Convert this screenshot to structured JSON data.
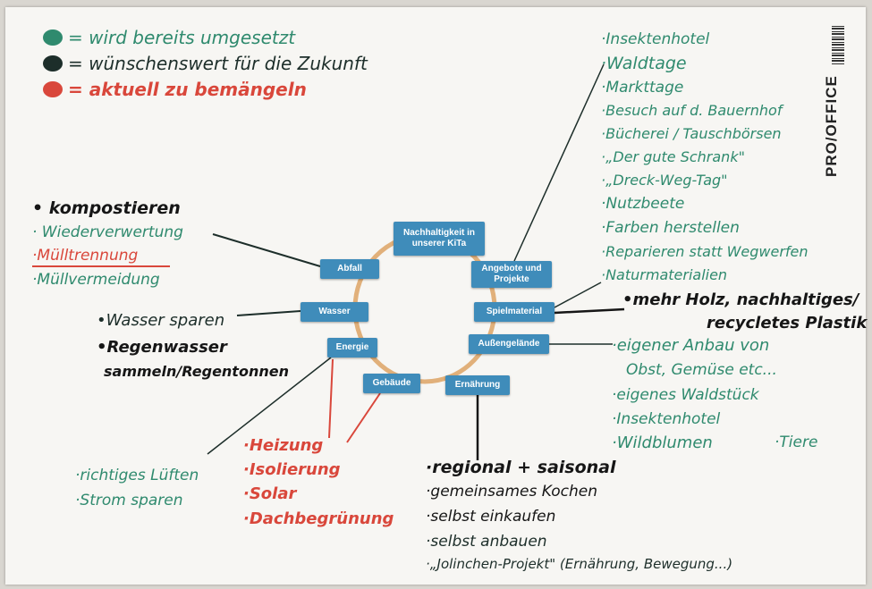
{
  "legend": {
    "implemented": {
      "label": "= wird bereits umgesetzt",
      "color": "#2f8a6e"
    },
    "future": {
      "label": "= wünschenswert für die Zukunft",
      "color": "#1d2e2a"
    },
    "deficient": {
      "label": "= aktuell zu bemängeln",
      "color": "#d9473b"
    }
  },
  "brand": "PRO/OFFICE",
  "cycle": {
    "center": "Nachhaltigkeit in unserer KiTa",
    "nodes": {
      "abfall": "Abfall",
      "angebote": "Angebote und Projekte",
      "spielmaterial": "Spielmaterial",
      "aussengelaende": "Außengelände",
      "ernaehrung": "Ernährung",
      "gebaeude": "Gebäude",
      "energie": "Energie",
      "wasser": "Wasser"
    }
  },
  "notes": {
    "abfall": [
      "• kompostieren",
      "· Wiederverwertung",
      "·Mülltrennung",
      "·Müllvermeidung"
    ],
    "wasser": [
      "•Wasser sparen",
      "•Regenwasser",
      "sammeln/Regentonnen"
    ],
    "energie_green": [
      "·richtiges Lüften",
      "·Strom sparen"
    ],
    "gebaeude_red": [
      "·Heizung",
      "·Isolierung",
      "·Solar",
      "·Dachbegrünung"
    ],
    "ernaehrung": [
      "·regional + saisonal",
      "·gemeinsames Kochen",
      "·selbst einkaufen",
      "·selbst anbauen",
      "·„Jolinchen-Projekt\" (Ernährung, Bewegung...)"
    ],
    "angebote": [
      "·Insektenhotel",
      "·Waldtage",
      "·Markttage",
      "·Besuch auf d. Bauernhof",
      "·Bücherei / Tauschbörsen",
      "·„Der gute Schrank\"",
      "·„Dreck-Weg-Tag\"",
      "·Nutzbeete",
      "·Farben herstellen",
      "·Reparieren statt Wegwerfen",
      "·Naturmaterialien"
    ],
    "spielmaterial": [
      "•mehr Holz, nachhaltiges/",
      "recycletes Plastik"
    ],
    "aussengelaende": [
      "·eigener Anbau von",
      "Obst, Gemüse etc...",
      "·eigenes Waldstück",
      "·Insektenhotel",
      "·Wildblumen",
      "·Tiere"
    ]
  }
}
